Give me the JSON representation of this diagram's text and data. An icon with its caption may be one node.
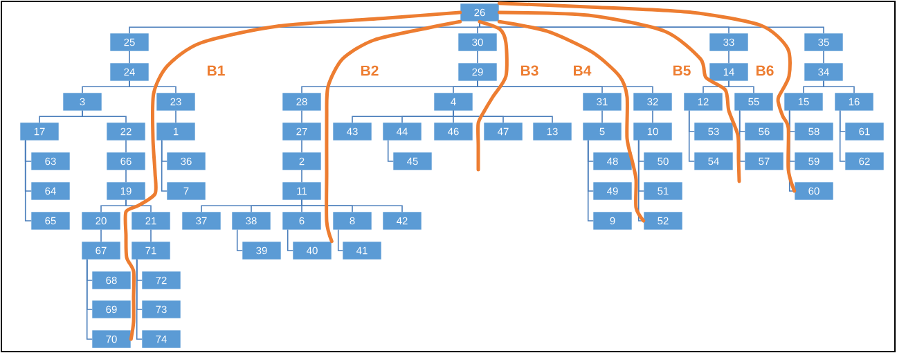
{
  "diagram": {
    "nodes": [
      {
        "text": [
          "26"
        ]
      },
      {
        "text": [
          "25"
        ]
      },
      {
        "text": [
          "30"
        ]
      },
      {
        "text": [
          "33"
        ]
      },
      {
        "text": [
          "35"
        ]
      },
      {
        "text": [
          "24"
        ]
      },
      {
        "text": [
          "29"
        ]
      },
      {
        "text": [
          "14"
        ]
      },
      {
        "text": [
          "34"
        ]
      },
      {
        "text": [
          "3"
        ]
      },
      {
        "text": [
          "23"
        ]
      },
      {
        "text": [
          "28"
        ]
      },
      {
        "text": [
          "4"
        ]
      },
      {
        "text": [
          "31"
        ]
      },
      {
        "text": [
          "32"
        ]
      },
      {
        "text": [
          "12"
        ]
      },
      {
        "text": [
          "55"
        ]
      },
      {
        "text": [
          "15"
        ]
      },
      {
        "text": [
          "16"
        ]
      },
      {
        "text": [
          "17"
        ]
      },
      {
        "text": [
          "22"
        ]
      },
      {
        "text": [
          "1"
        ]
      },
      {
        "text": [
          "27"
        ]
      },
      {
        "text": [
          "43"
        ]
      },
      {
        "text": [
          "44"
        ]
      },
      {
        "text": [
          "46"
        ]
      },
      {
        "text": [
          "47"
        ]
      },
      {
        "text": [
          "13"
        ]
      },
      {
        "text": [
          "5"
        ]
      },
      {
        "text": [
          "10"
        ]
      },
      {
        "text": [
          "53"
        ]
      },
      {
        "text": [
          "56"
        ]
      },
      {
        "text": [
          "58"
        ]
      },
      {
        "text": [
          "61"
        ]
      },
      {
        "text": [
          "63"
        ]
      },
      {
        "text": [
          "66"
        ]
      },
      {
        "text": [
          "36"
        ]
      },
      {
        "text": [
          "2"
        ]
      },
      {
        "text": [
          "45"
        ]
      },
      {
        "text": [
          "48"
        ]
      },
      {
        "text": [
          "50"
        ]
      },
      {
        "text": [
          "54"
        ]
      },
      {
        "text": [
          "57"
        ]
      },
      {
        "text": [
          "59"
        ]
      },
      {
        "text": [
          "62"
        ]
      },
      {
        "text": [
          "64"
        ]
      },
      {
        "text": [
          "19"
        ]
      },
      {
        "text": [
          "7"
        ]
      },
      {
        "text": [
          "11"
        ]
      },
      {
        "text": [
          "49"
        ]
      },
      {
        "text": [
          "51"
        ]
      },
      {
        "text": [
          "60"
        ]
      },
      {
        "text": [
          "65"
        ]
      },
      {
        "text": [
          "20"
        ]
      },
      {
        "text": [
          "21"
        ]
      },
      {
        "text": [
          "37"
        ]
      },
      {
        "text": [
          "38"
        ]
      },
      {
        "text": [
          "6"
        ]
      },
      {
        "text": [
          "8"
        ]
      },
      {
        "text": [
          "42"
        ]
      },
      {
        "text": [
          "9"
        ]
      },
      {
        "text": [
          "52"
        ]
      },
      {
        "text": [
          "67"
        ]
      },
      {
        "text": [
          "71"
        ]
      },
      {
        "text": [
          "39"
        ]
      },
      {
        "text": [
          "40"
        ]
      },
      {
        "text": [
          "41"
        ]
      },
      {
        "text": [
          "68"
        ]
      },
      {
        "text": [
          "72"
        ]
      },
      {
        "text": [
          "69"
        ]
      },
      {
        "text": [
          "73"
        ]
      },
      {
        "text": [
          "70"
        ]
      },
      {
        "text": [
          "74"
        ]
      }
    ],
    "edges": [
      {
        "from": 0,
        "to": 1,
        "arrow": "none"
      },
      {
        "from": 0,
        "to": 2,
        "arrow": "none"
      },
      {
        "from": 0,
        "to": 3,
        "arrow": "none"
      },
      {
        "from": 0,
        "to": 4,
        "arrow": "none"
      },
      {
        "from": 1,
        "to": 5,
        "arrow": "none"
      },
      {
        "from": 5,
        "to": 9,
        "arrow": "none"
      },
      {
        "from": 5,
        "to": 10,
        "arrow": "none"
      },
      {
        "from": 9,
        "to": 19,
        "arrow": "none"
      },
      {
        "from": 9,
        "to": 20,
        "arrow": "none"
      },
      {
        "from": 19,
        "to": 34,
        "arrow": "none"
      },
      {
        "from": 19,
        "to": 45,
        "arrow": "none"
      },
      {
        "from": 19,
        "to": 52,
        "arrow": "none"
      },
      {
        "from": 20,
        "to": 35,
        "arrow": "none"
      },
      {
        "from": 35,
        "to": 46,
        "arrow": "none"
      },
      {
        "from": 46,
        "to": 53,
        "arrow": "none"
      },
      {
        "from": 46,
        "to": 54,
        "arrow": "none"
      },
      {
        "from": 53,
        "to": 62,
        "arrow": "none"
      },
      {
        "from": 62,
        "to": 67,
        "arrow": "none"
      },
      {
        "from": 62,
        "to": 69,
        "arrow": "none"
      },
      {
        "from": 62,
        "to": 71,
        "arrow": "none"
      },
      {
        "from": 54,
        "to": 63,
        "arrow": "none"
      },
      {
        "from": 63,
        "to": 68,
        "arrow": "none"
      },
      {
        "from": 63,
        "to": 70,
        "arrow": "none"
      },
      {
        "from": 63,
        "to": 72,
        "arrow": "none"
      },
      {
        "from": 10,
        "to": 21,
        "arrow": "none"
      },
      {
        "from": 21,
        "to": 36,
        "arrow": "none"
      },
      {
        "from": 21,
        "to": 47,
        "arrow": "none"
      },
      {
        "from": 2,
        "to": 6,
        "arrow": "none"
      },
      {
        "from": 6,
        "to": 11,
        "arrow": "none"
      },
      {
        "from": 6,
        "to": 12,
        "arrow": "none"
      },
      {
        "from": 6,
        "to": 13,
        "arrow": "none"
      },
      {
        "from": 6,
        "to": 14,
        "arrow": "none"
      },
      {
        "from": 11,
        "to": 22,
        "arrow": "none"
      },
      {
        "from": 22,
        "to": 37,
        "arrow": "none"
      },
      {
        "from": 37,
        "to": 48,
        "arrow": "none"
      },
      {
        "from": 48,
        "to": 55,
        "arrow": "none"
      },
      {
        "from": 48,
        "to": 56,
        "arrow": "none"
      },
      {
        "from": 48,
        "to": 57,
        "arrow": "none"
      },
      {
        "from": 48,
        "to": 58,
        "arrow": "none"
      },
      {
        "from": 48,
        "to": 59,
        "arrow": "none"
      },
      {
        "from": 56,
        "to": 64,
        "arrow": "none"
      },
      {
        "from": 57,
        "to": 65,
        "arrow": "none"
      },
      {
        "from": 58,
        "to": 66,
        "arrow": "none"
      },
      {
        "from": 12,
        "to": 23,
        "arrow": "none"
      },
      {
        "from": 12,
        "to": 24,
        "arrow": "none"
      },
      {
        "from": 12,
        "to": 25,
        "arrow": "none"
      },
      {
        "from": 12,
        "to": 26,
        "arrow": "none"
      },
      {
        "from": 12,
        "to": 27,
        "arrow": "none"
      },
      {
        "from": 24,
        "to": 38,
        "arrow": "none"
      },
      {
        "from": 13,
        "to": 28,
        "arrow": "none"
      },
      {
        "from": 28,
        "to": 39,
        "arrow": "none"
      },
      {
        "from": 28,
        "to": 49,
        "arrow": "none"
      },
      {
        "from": 28,
        "to": 60,
        "arrow": "none"
      },
      {
        "from": 14,
        "to": 29,
        "arrow": "none"
      },
      {
        "from": 29,
        "to": 40,
        "arrow": "none"
      },
      {
        "from": 29,
        "to": 50,
        "arrow": "none"
      },
      {
        "from": 29,
        "to": 61,
        "arrow": "none"
      },
      {
        "from": 3,
        "to": 7,
        "arrow": "none"
      },
      {
        "from": 7,
        "to": 15,
        "arrow": "none"
      },
      {
        "from": 7,
        "to": 16,
        "arrow": "none"
      },
      {
        "from": 15,
        "to": 30,
        "arrow": "none"
      },
      {
        "from": 15,
        "to": 41,
        "arrow": "none"
      },
      {
        "from": 16,
        "to": 31,
        "arrow": "none"
      },
      {
        "from": 16,
        "to": 42,
        "arrow": "none"
      },
      {
        "from": 4,
        "to": 8,
        "arrow": "none"
      },
      {
        "from": 8,
        "to": 17,
        "arrow": "none"
      },
      {
        "from": 8,
        "to": 18,
        "arrow": "none"
      },
      {
        "from": 17,
        "to": 32,
        "arrow": "none"
      },
      {
        "from": 17,
        "to": 43,
        "arrow": "none"
      },
      {
        "from": 17,
        "to": 51,
        "arrow": "none"
      },
      {
        "from": 18,
        "to": 33,
        "arrow": "none"
      },
      {
        "from": 18,
        "to": 44,
        "arrow": "none"
      },
      {
        "from": 0,
        "to": 71,
        "arrow": "none",
        "label": "B1",
        "style": "thick",
        "color": "#ed7d31"
      },
      {
        "from": 0,
        "to": 65,
        "arrow": "none",
        "label": "B2",
        "style": "thick",
        "color": "#ed7d31"
      },
      {
        "from": 0,
        "to": null,
        "arrow": "none",
        "label": "B3",
        "style": "thick",
        "color": "#ed7d31"
      },
      {
        "from": 0,
        "to": 61,
        "arrow": "none",
        "label": "B4",
        "style": "thick",
        "color": "#ed7d31"
      },
      {
        "from": 0,
        "to": null,
        "arrow": "none",
        "label": "B5",
        "style": "thick",
        "color": "#ed7d31"
      },
      {
        "from": 0,
        "to": 51,
        "arrow": "none",
        "label": "B6",
        "style": "thick",
        "color": "#ed7d31"
      }
    ]
  }
}
